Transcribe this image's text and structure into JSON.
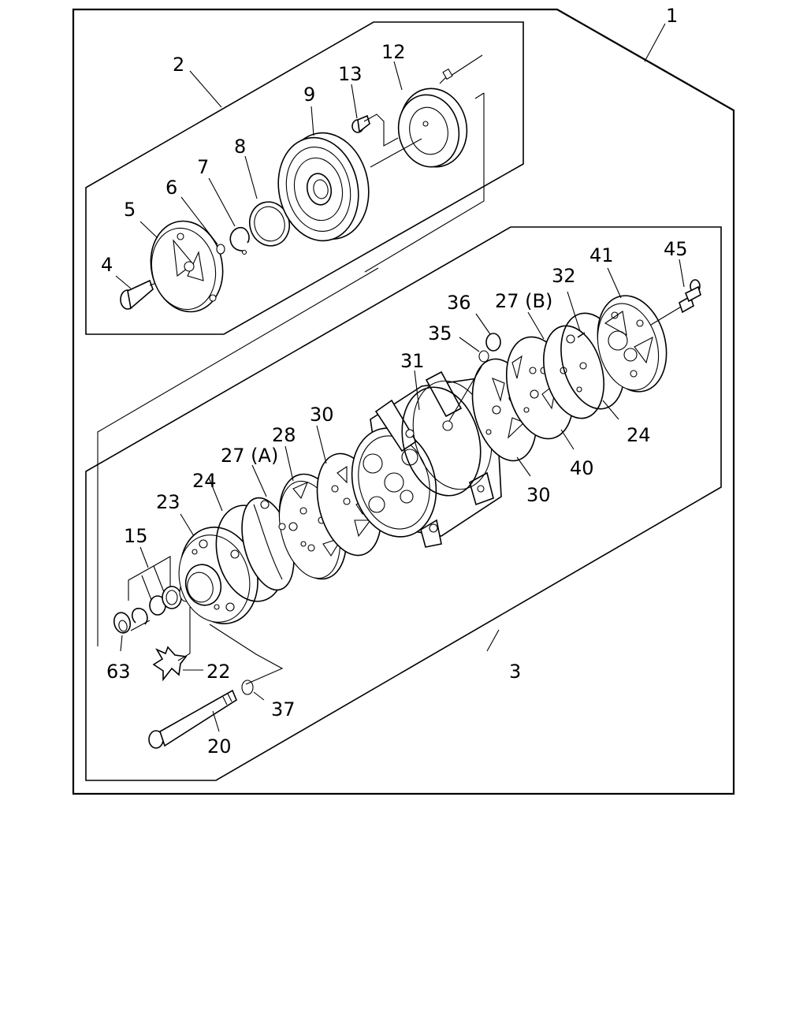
{
  "labels": {
    "assembly": "1",
    "clutch_group": "2",
    "compressor_group": "3",
    "bolt_4": "4",
    "drive_plate": "5",
    "shim": "6",
    "snap_ring_7": "7",
    "snap_ring_8": "8",
    "pulley": "9",
    "coil": "12",
    "coil_screw": "13",
    "shaft_seal_kit": "15",
    "through_bolt": "20",
    "seal_22": "22",
    "front_head": "23",
    "oring_front": "24",
    "oring_rear": "24",
    "gasket_a": "27 (A)",
    "gasket_b": "27 (B)",
    "valve_plate_front": "28",
    "reed_valve_front": "30",
    "reed_valve_rear": "30",
    "cylinder": "31",
    "pin": "32",
    "oring_35": "35",
    "plug": "36",
    "washer": "37",
    "valve_plate_rear": "40",
    "rear_head": "41",
    "rear_bolt": "45",
    "snap_ring_63": "63"
  }
}
